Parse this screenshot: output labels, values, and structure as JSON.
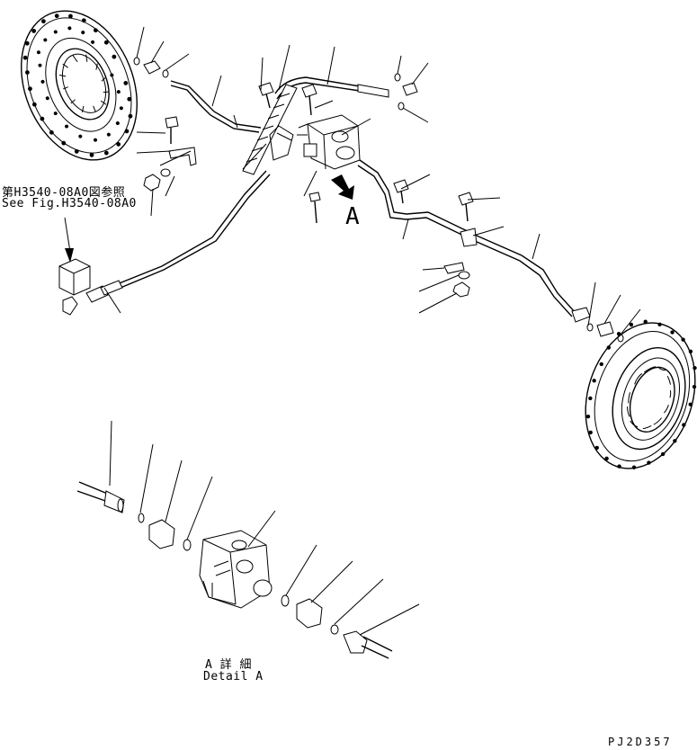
{
  "reference": {
    "ja": "第H3540-08A0図参照",
    "en": "See Fig.H3540-08A0"
  },
  "view_marker": "A",
  "detail": {
    "ja": "A 詳 細",
    "en": "Detail A"
  },
  "drawing_code": "PJ2D357"
}
